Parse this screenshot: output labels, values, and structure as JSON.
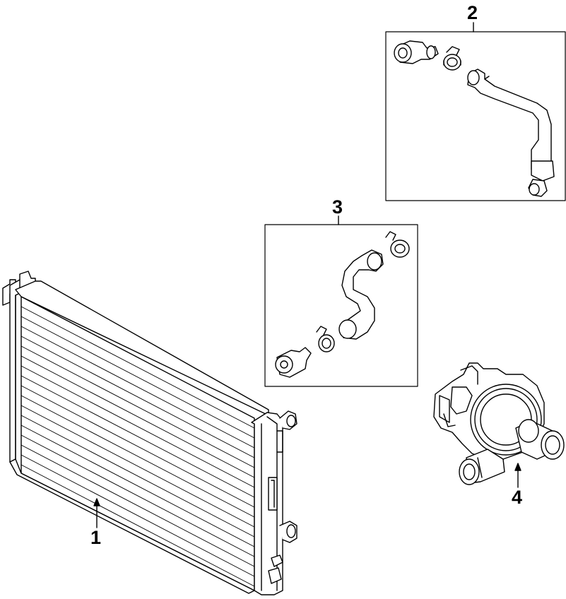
{
  "diagram": {
    "callouts": [
      {
        "id": "1",
        "label": "1",
        "part": "radiator"
      },
      {
        "id": "2",
        "label": "2",
        "part": "upper-hose-assembly"
      },
      {
        "id": "3",
        "label": "3",
        "part": "lower-hose-assembly"
      },
      {
        "id": "4",
        "label": "4",
        "part": "water-pump"
      }
    ],
    "colors": {
      "line": "#000000",
      "background": "#ffffff"
    }
  }
}
